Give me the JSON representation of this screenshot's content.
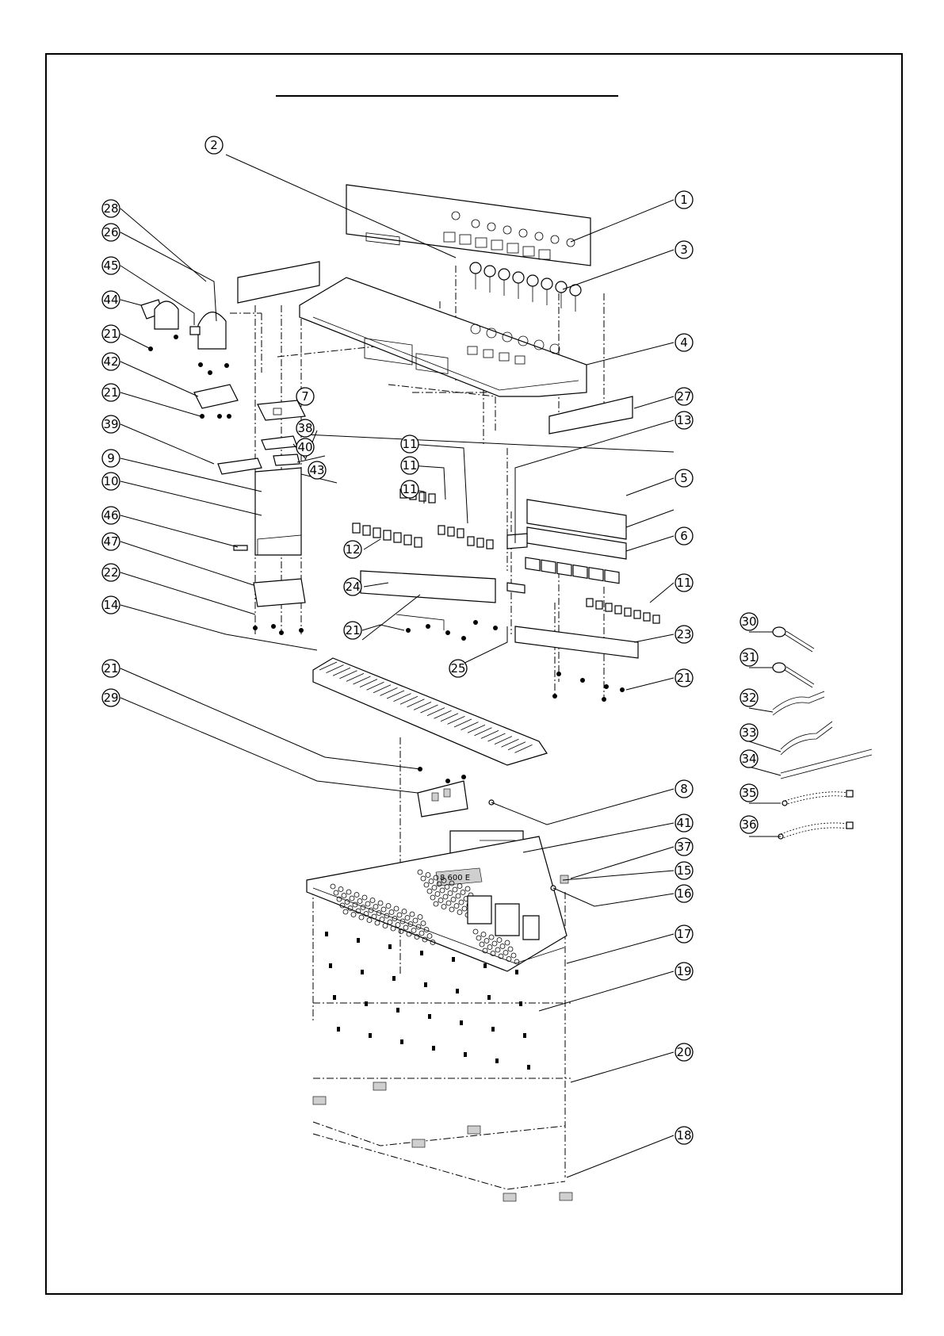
{
  "callouts": [
    {
      "id": "c1",
      "n": "1"
    },
    {
      "id": "c2",
      "n": "2"
    },
    {
      "id": "c3",
      "n": "3"
    },
    {
      "id": "c4",
      "n": "4"
    },
    {
      "id": "c5",
      "n": "5"
    },
    {
      "id": "c6",
      "n": "6"
    },
    {
      "id": "c7",
      "n": "7"
    },
    {
      "id": "c8",
      "n": "8"
    },
    {
      "id": "c9",
      "n": "9"
    },
    {
      "id": "c10",
      "n": "10"
    },
    {
      "id": "c11a",
      "n": "11"
    },
    {
      "id": "c11b",
      "n": "11"
    },
    {
      "id": "c11c",
      "n": "11"
    },
    {
      "id": "c11d",
      "n": "11"
    },
    {
      "id": "c12",
      "n": "12"
    },
    {
      "id": "c13",
      "n": "13"
    },
    {
      "id": "c14",
      "n": "14"
    },
    {
      "id": "c15",
      "n": "15"
    },
    {
      "id": "c16",
      "n": "16"
    },
    {
      "id": "c17",
      "n": "17"
    },
    {
      "id": "c18",
      "n": "18"
    },
    {
      "id": "c19",
      "n": "19"
    },
    {
      "id": "c20",
      "n": "20"
    },
    {
      "id": "c21a",
      "n": "21"
    },
    {
      "id": "c21b",
      "n": "21"
    },
    {
      "id": "c21c",
      "n": "21"
    },
    {
      "id": "c21d",
      "n": "21"
    },
    {
      "id": "c21e",
      "n": "21"
    },
    {
      "id": "c22",
      "n": "22"
    },
    {
      "id": "c23",
      "n": "23"
    },
    {
      "id": "c24",
      "n": "24"
    },
    {
      "id": "c25",
      "n": "25"
    },
    {
      "id": "c26",
      "n": "26"
    },
    {
      "id": "c27",
      "n": "27"
    },
    {
      "id": "c28",
      "n": "28"
    },
    {
      "id": "c29",
      "n": "29"
    },
    {
      "id": "c30",
      "n": "30"
    },
    {
      "id": "c31",
      "n": "31"
    },
    {
      "id": "c32",
      "n": "32"
    },
    {
      "id": "c33",
      "n": "33"
    },
    {
      "id": "c34",
      "n": "34"
    },
    {
      "id": "c35",
      "n": "35"
    },
    {
      "id": "c36",
      "n": "36"
    },
    {
      "id": "c37",
      "n": "37"
    },
    {
      "id": "c38",
      "n": "38"
    },
    {
      "id": "c39",
      "n": "39"
    },
    {
      "id": "c40",
      "n": "40"
    },
    {
      "id": "c41",
      "n": "41"
    },
    {
      "id": "c42",
      "n": "42"
    },
    {
      "id": "c43",
      "n": "43"
    },
    {
      "id": "c44",
      "n": "44"
    },
    {
      "id": "c45",
      "n": "45"
    },
    {
      "id": "c46",
      "n": "46"
    },
    {
      "id": "c47",
      "n": "47"
    }
  ],
  "panel_label": "8 600 E",
  "colors": {
    "ink": "#000000",
    "paper": "#ffffff"
  }
}
